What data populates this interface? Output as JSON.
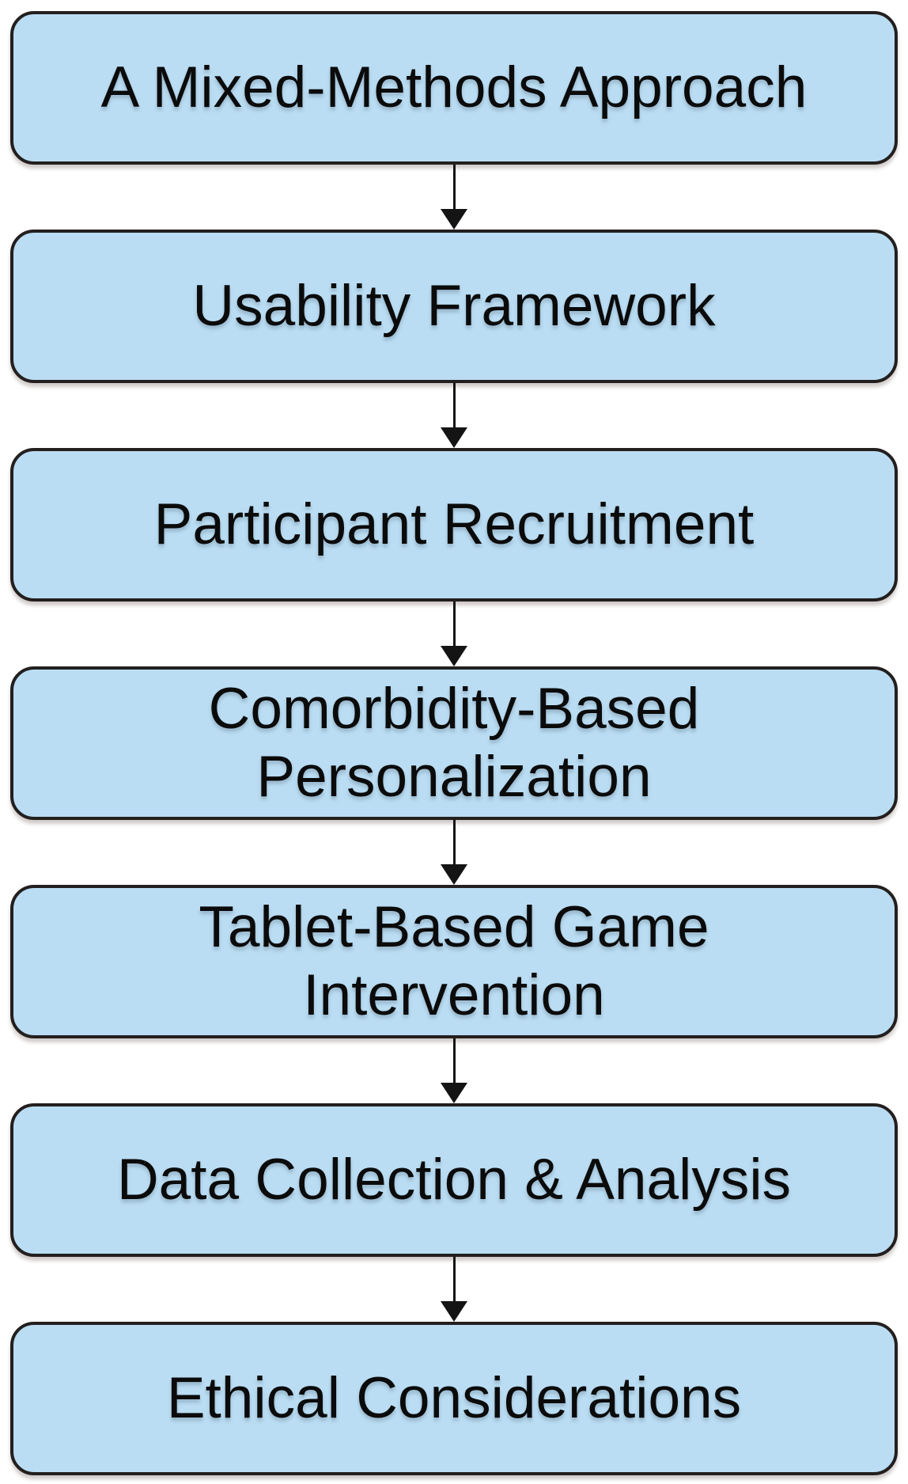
{
  "flowchart": {
    "steps": [
      {
        "label": "A Mixed-Methods Approach"
      },
      {
        "label": "Usability Framework"
      },
      {
        "label": "Participant Recruitment"
      },
      {
        "label": "Comorbidity-Based\nPersonalization"
      },
      {
        "label": "Tablet-Based Game\nIntervention"
      },
      {
        "label": "Data Collection & Analysis"
      },
      {
        "label": "Ethical Considerations"
      }
    ],
    "colors": {
      "box_fill": "#baddf3",
      "box_border": "#231f1e",
      "arrow": "#141414",
      "text": "#0b0b0b",
      "background": "#ffffff"
    }
  }
}
